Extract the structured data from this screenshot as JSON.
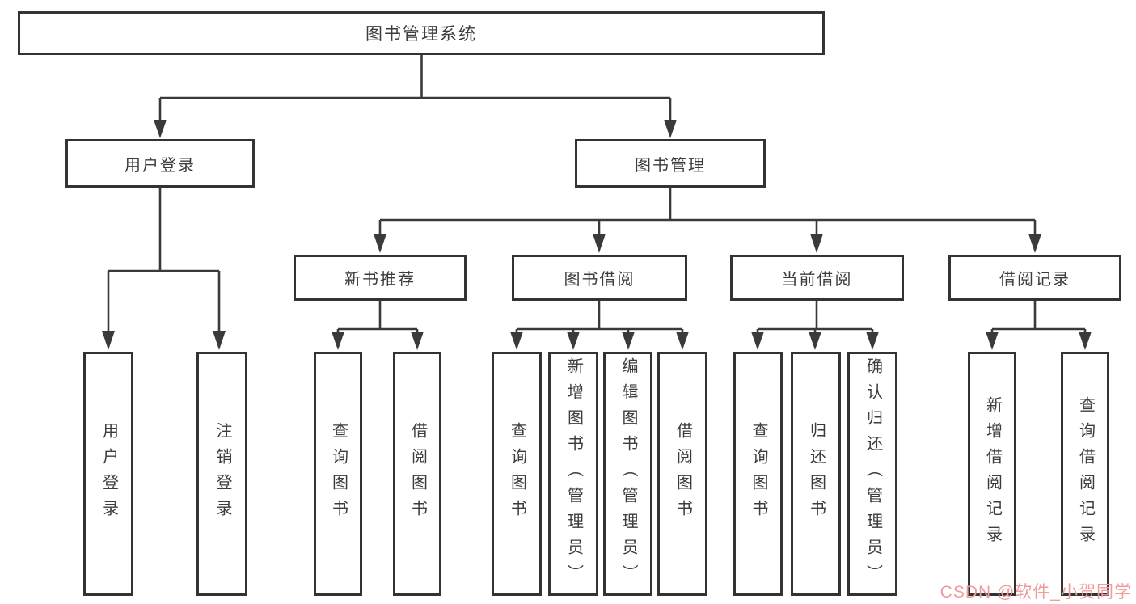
{
  "nodes": {
    "root": "图书管理系统",
    "user_login": "用户登录",
    "book_manage": "图书管理",
    "recommend": "新书推荐",
    "borrow": "图书借阅",
    "current": "当前借阅",
    "records": "借阅记录"
  },
  "leaves": {
    "login": [
      "用户登录",
      "注销登录"
    ],
    "recommend": [
      "查询图书",
      "借阅图书"
    ],
    "borrow": [
      "查询图书",
      "新增图书（管理员）",
      "编辑图书（管理员）",
      "借阅图书"
    ],
    "current": [
      "查询图书",
      "归还图书",
      "确认归还（管理员）"
    ],
    "records": [
      "新增借阅记录",
      "查询借阅记录"
    ]
  },
  "watermark": {
    "text": "CSDN @软件_小贺同学",
    "color": "#ee9c9c"
  },
  "colors": {
    "line": "#3a3a3a",
    "box_border": "#333333",
    "text": "#3c3c3c",
    "background": "#ffffff"
  }
}
